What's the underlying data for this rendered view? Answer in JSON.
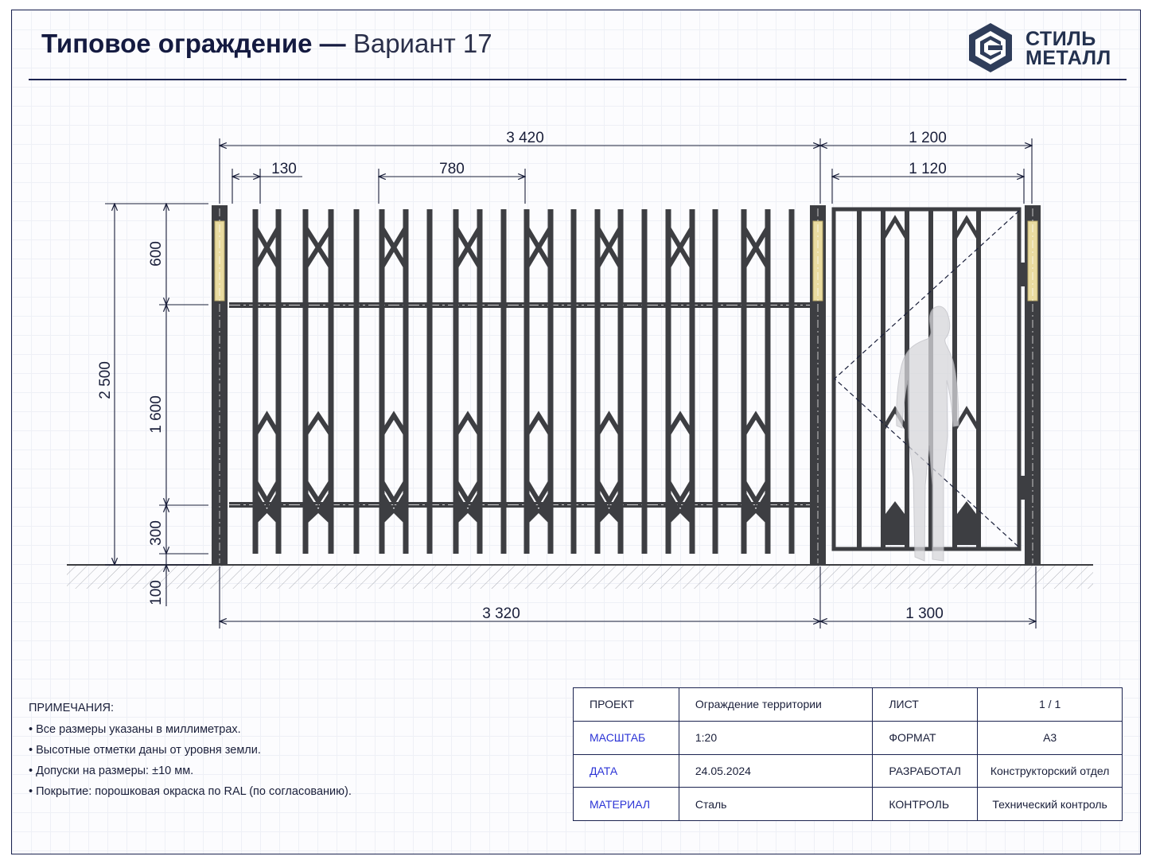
{
  "header": {
    "title_bold": "Типовое ограждение —",
    "title_variant": "Вариант 17"
  },
  "logo": {
    "icon": "hexagon-c-logo-icon",
    "line1": "СТИЛЬ",
    "line2": "МЕТАЛЛ"
  },
  "dimensions": {
    "total_top": "3 420",
    "gate_top": "1 200",
    "picket_gap": "130",
    "section_pitch": "780",
    "gate_inner": "1 120",
    "overall_height": "2 500",
    "height_upper": "600",
    "height_middle": "1 600",
    "height_lower": "300",
    "below_ground": "100",
    "total_bottom": "3 320",
    "gate_bottom": "1 300"
  },
  "notes": {
    "heading": "ПРИМЕЧАНИЯ:",
    "items": [
      "Все размеры указаны в миллиметрах.",
      "Высотные отметки даны от уровня земли.",
      "Допуски на размеры: ±10 мм.",
      "Покрытие: порошковая окраска по RAL (по согласованию)."
    ]
  },
  "title_block": {
    "rows": [
      {
        "label": "ПРОЕКТ",
        "value": "Ограждение территории",
        "label2": "ЛИСТ",
        "value2": "1 / 1"
      },
      {
        "label": "МАСШТАБ",
        "value": "1:20",
        "label2": "ФОРМАТ",
        "value2": "А3"
      },
      {
        "label": "ДАТА",
        "value": "24.05.2024",
        "label2": "РАЗРАБОТАЛ",
        "value2": "Конструкторский отдел"
      },
      {
        "label": "МАТЕРИАЛ",
        "value": "Сталь",
        "label2": "КОНТРОЛЬ",
        "value2": "Технический контроль"
      }
    ]
  },
  "colors": {
    "frame": "#1b2350",
    "steel": "#3d3e42",
    "accent_blue": "#2c34d6",
    "plate": "#e9dba0"
  }
}
